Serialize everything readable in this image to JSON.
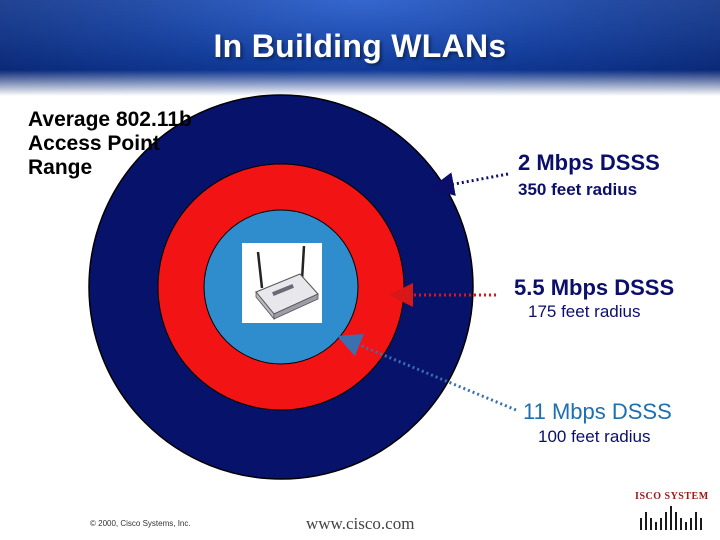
{
  "slide": {
    "title": "In Building WLANs",
    "range_label": "Average 802.11b Access Point Range"
  },
  "rates": [
    {
      "rate": "2 Mbps DSSS",
      "radius": "350 feet radius",
      "ring_color": "#07126b"
    },
    {
      "rate": "5.5 Mbps DSSS",
      "radius": "175 feet radius",
      "ring_color": "#f21414"
    },
    {
      "rate": "11 Mbps DSSS",
      "radius": "100 feet radius",
      "ring_color": "#2f8ccd"
    }
  ],
  "footer": {
    "copyright": "© 2000, Cisco Systems, Inc.",
    "url": "www.cisco.com",
    "logo_text": "Cisco Systems"
  },
  "colors": {
    "header_blue": "#0d3a9c",
    "arrow_blue": "#0b0f6b",
    "arrow_red": "#d81818",
    "arrow_light": "#3a6fb0"
  },
  "icons": [
    "access-point-icon",
    "cisco-bridge-logo"
  ]
}
